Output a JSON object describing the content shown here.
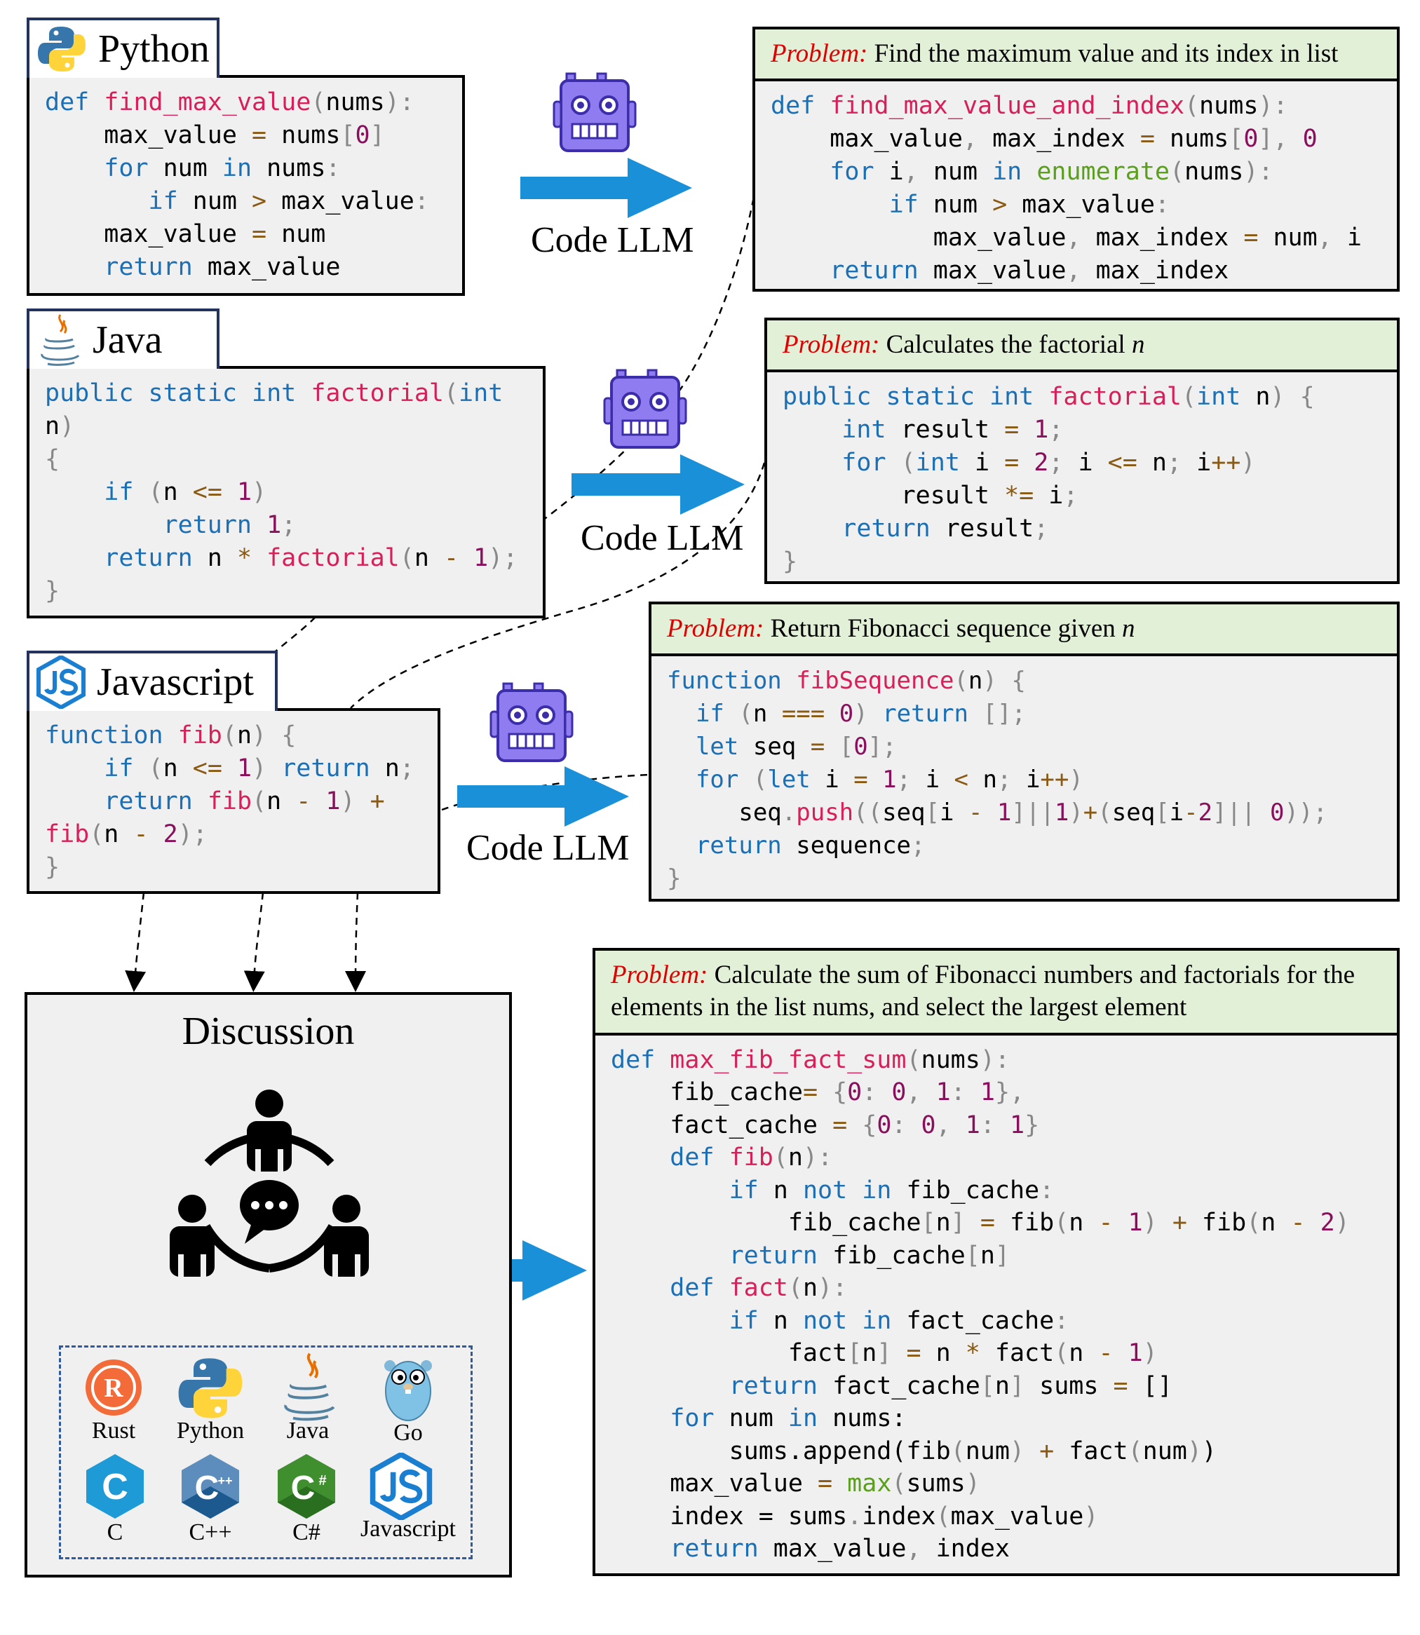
{
  "python": {
    "tab_label": "Python",
    "problem_label": "Problem:",
    "problem_text": "Find the maximum value and its index in list"
  },
  "java": {
    "tab_label": "Java",
    "problem_label": "Problem:",
    "problem_text": "Calculates the factorial ",
    "problem_var": "n"
  },
  "javascript": {
    "tab_label": "Javascript",
    "problem_label": "Problem:",
    "problem_text": "Return Fibonacci sequence given ",
    "problem_var": "n"
  },
  "llm": {
    "label": "Code LLM"
  },
  "discussion": {
    "title": "Discussion",
    "problem_label": "Problem:",
    "problem_text": "Calculate the sum of Fibonacci numbers and factorials for the elements in the list nums, and select the largest element",
    "languages": [
      {
        "name": "Rust",
        "icon": "rust-logo-icon"
      },
      {
        "name": "Python",
        "icon": "python-logo-icon"
      },
      {
        "name": "Java",
        "icon": "java-logo-icon"
      },
      {
        "name": "Go",
        "icon": "go-gopher-icon"
      },
      {
        "name": "C",
        "icon": "c-logo-icon"
      },
      {
        "name": "C++",
        "icon": "cpp-logo-icon"
      },
      {
        "name": "C#",
        "icon": "csharp-logo-icon"
      },
      {
        "name": "Javascript",
        "icon": "javascript-logo-icon"
      }
    ]
  },
  "colors": {
    "arrow": "#1a90d8",
    "robot": "#8f7cf0",
    "problem_bg": "#e3f0d8",
    "code_bg": "#f0f0f0",
    "problem_label": "#e00000"
  }
}
